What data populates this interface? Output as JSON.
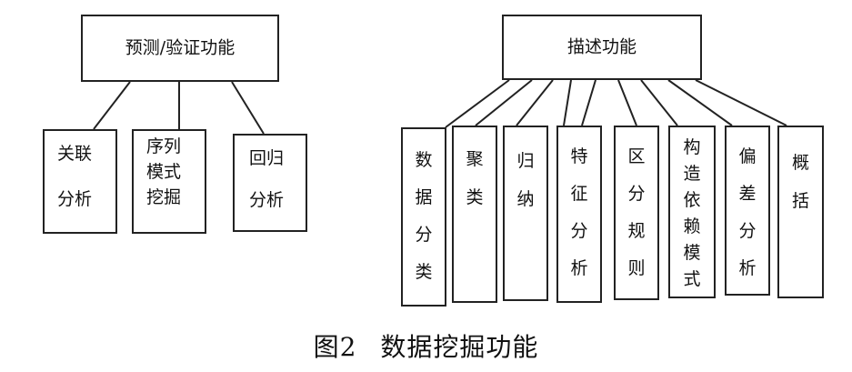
{
  "left_tree": {
    "root": "预测/验证功能",
    "children": [
      {
        "lines": [
          "关联",
          "分析"
        ]
      },
      {
        "lines": [
          "序列",
          "模式",
          "挖掘"
        ]
      },
      {
        "lines": [
          "回归",
          "分析"
        ]
      }
    ]
  },
  "right_tree": {
    "root": "描述功能",
    "children": [
      {
        "chars": [
          "数",
          "据",
          "分",
          "类"
        ]
      },
      {
        "chars": [
          "聚",
          "类"
        ]
      },
      {
        "chars": [
          "归",
          "纳"
        ]
      },
      {
        "chars": [
          "特",
          "征",
          "分",
          "析"
        ]
      },
      {
        "chars": [
          "区",
          "分",
          "规",
          "则"
        ]
      },
      {
        "chars": [
          "构",
          "造",
          "依",
          "赖",
          "模",
          "式"
        ]
      },
      {
        "chars": [
          "偏",
          "差",
          "分",
          "析"
        ]
      },
      {
        "chars": [
          "概",
          "括"
        ]
      }
    ]
  },
  "caption": {
    "figure_no": "图2",
    "title": "数据挖掘功能"
  }
}
